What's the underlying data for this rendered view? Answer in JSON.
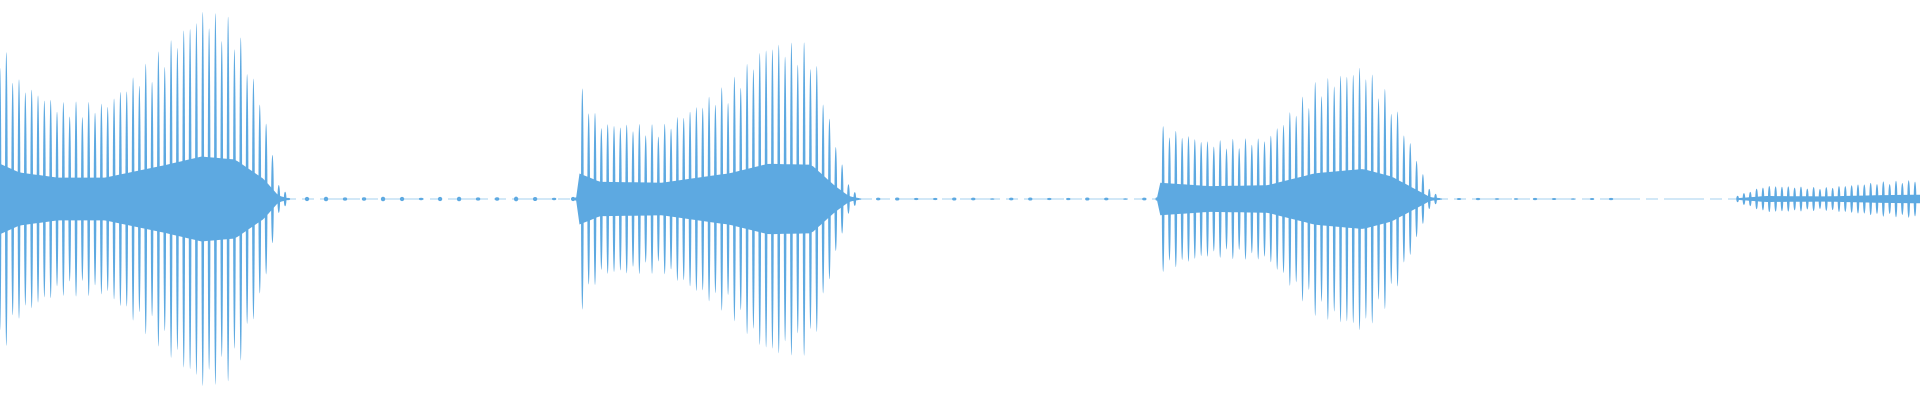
{
  "waveform": {
    "color": "#5DA9E1",
    "background": "#FFFFFF",
    "segments": [
      {
        "id": "segment-1",
        "burst": [
          {
            "t": 0.0,
            "a": 0.82
          },
          {
            "t": 0.02,
            "a": 0.62
          },
          {
            "t": 0.06,
            "a": 0.5
          },
          {
            "t": 0.11,
            "a": 0.5
          },
          {
            "t": 0.17,
            "a": 0.78
          },
          {
            "t": 0.21,
            "a": 0.99
          },
          {
            "t": 0.245,
            "a": 0.92
          },
          {
            "t": 0.275,
            "a": 0.46
          },
          {
            "t": 0.29,
            "a": 0.08
          },
          {
            "t": 0.3,
            "a": 0.02
          }
        ],
        "tail_amplitude": 0.012,
        "tail_end": 0.605
      },
      {
        "id": "segment-2",
        "burst": [
          {
            "t": 0.6,
            "a": 0.01
          },
          {
            "t": 0.603,
            "a": 0.6
          },
          {
            "t": 0.625,
            "a": 0.4
          },
          {
            "t": 0.69,
            "a": 0.38
          },
          {
            "t": 0.76,
            "a": 0.6
          },
          {
            "t": 0.8,
            "a": 0.82
          },
          {
            "t": 0.845,
            "a": 0.8
          },
          {
            "t": 0.87,
            "a": 0.3
          },
          {
            "t": 0.885,
            "a": 0.06
          },
          {
            "t": 0.895,
            "a": 0.02
          }
        ],
        "tail_amplitude": 0.008,
        "tail_end": 1.205
      },
      {
        "id": "segment-3",
        "burst": [
          {
            "t": 1.205,
            "a": 0.01
          },
          {
            "t": 1.208,
            "a": 0.38
          },
          {
            "t": 1.26,
            "a": 0.3
          },
          {
            "t": 1.32,
            "a": 0.32
          },
          {
            "t": 1.37,
            "a": 0.6
          },
          {
            "t": 1.42,
            "a": 0.7
          },
          {
            "t": 1.45,
            "a": 0.52
          },
          {
            "t": 1.475,
            "a": 0.22
          },
          {
            "t": 1.49,
            "a": 0.04
          },
          {
            "t": 1.5,
            "a": 0.02
          }
        ],
        "tail_amplitude": 0.006,
        "tail_end": 1.68
      },
      {
        "id": "segment-4",
        "burst": [
          {
            "t": 1.81,
            "a": 0.02
          },
          {
            "t": 1.84,
            "a": 0.07
          },
          {
            "t": 1.9,
            "a": 0.06
          },
          {
            "t": 1.96,
            "a": 0.09
          },
          {
            "t": 2.0,
            "a": 0.1
          }
        ],
        "tail_amplitude": 0.0,
        "tail_end": 2.0
      }
    ],
    "duration": 2.0,
    "cycle_spacing": 0.0066
  }
}
